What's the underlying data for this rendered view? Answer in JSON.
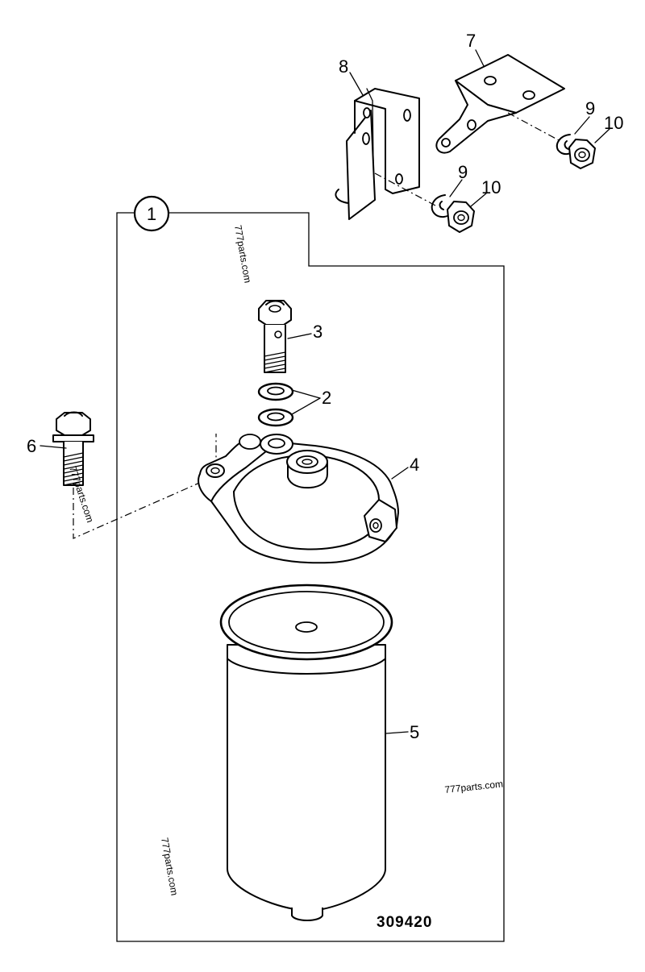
{
  "diagram": {
    "assembly_number": "1",
    "drawing_code": "309420",
    "watermark": "777parts.com",
    "callouts": [
      {
        "id": "c1",
        "text": "1"
      },
      {
        "id": "c2",
        "text": "2"
      },
      {
        "id": "c3",
        "text": "3"
      },
      {
        "id": "c4",
        "text": "4"
      },
      {
        "id": "c5",
        "text": "5"
      },
      {
        "id": "c6",
        "text": "6"
      },
      {
        "id": "c7",
        "text": "7"
      },
      {
        "id": "c8",
        "text": "8"
      },
      {
        "id": "c9a",
        "text": "9"
      },
      {
        "id": "c9b",
        "text": "9"
      },
      {
        "id": "c10a",
        "text": "10"
      },
      {
        "id": "c10b",
        "text": "10"
      }
    ]
  }
}
